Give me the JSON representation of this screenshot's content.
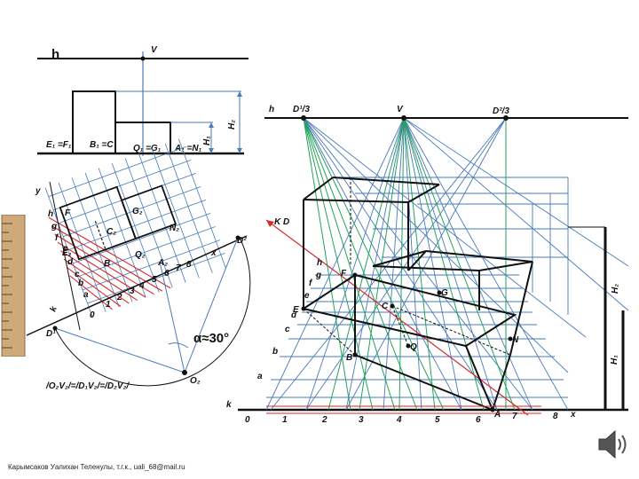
{
  "left_top": {
    "h": "h",
    "V": "V",
    "E1F1": "E₁ =F₁",
    "B1C": "B₁ =C",
    "Q1G1": "Q₁ =G₁",
    "A1N1": "A₁ =N₁",
    "H1": "H₁",
    "H2": "H₂"
  },
  "left_grid": {
    "y": "y",
    "x": "x",
    "k": "k",
    "F": "F",
    "G2": "G₂",
    "C2": "C₂",
    "N2": "N₂",
    "E": "E₂",
    "B": "B",
    "Q2": "Q₂",
    "A2": "A₂",
    "h": "h",
    "g": "g",
    "f": "f",
    "e": "e",
    "d": "d",
    "c": "c",
    "b": "b",
    "a": "a",
    "numbers": [
      "0",
      "1",
      "2",
      "3",
      "4",
      "5",
      "6",
      "7",
      "8"
    ],
    "D1": "D¹",
    "D2": "D²",
    "O2": "O₂",
    "angle": "α≈30°",
    "formula": "/O₂V₂/=/D₁V₂/=/D₂V₂/"
  },
  "right": {
    "h": "h",
    "D1_3": "D¹/3",
    "V": "V",
    "D2_3": "D²/3",
    "KD": "K D",
    "k": "k",
    "x": "x",
    "scale_letters": [
      "h",
      "g",
      "f",
      "e",
      "d",
      "c",
      "b",
      "a"
    ],
    "points": {
      "F": "F",
      "E": "E",
      "C": "C",
      "G": "G",
      "Q": "Q",
      "N": "N",
      "B": "B",
      "A": "A"
    },
    "numbers": [
      "0",
      "1",
      "2",
      "3",
      "4",
      "5",
      "6",
      "7",
      "8"
    ],
    "H1": "H₁",
    "H2": "H₂"
  },
  "credit": "Карымсаков Уалихан Теленулы, т.г.к., uali_68@mail.ru",
  "colors": {
    "blue": "#4a7ab8",
    "green": "#22a35a",
    "red": "#d62a2a",
    "black": "#111111"
  },
  "icons": [
    "speaker-icon",
    "ruler-icon"
  ]
}
